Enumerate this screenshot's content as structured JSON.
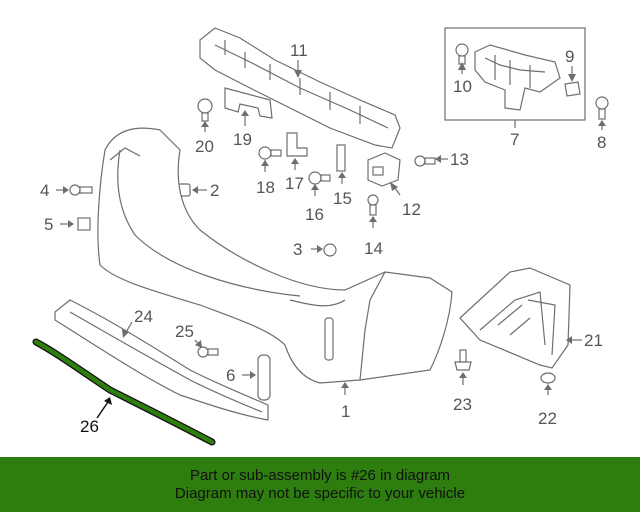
{
  "labels": {
    "p1": "1",
    "p2": "2",
    "p3": "3",
    "p4": "4",
    "p5": "5",
    "p6": "6",
    "p7": "7",
    "p8": "8",
    "p9": "9",
    "p10": "10",
    "p11": "11",
    "p12": "12",
    "p13": "13",
    "p14": "14",
    "p15": "15",
    "p16": "16",
    "p17": "17",
    "p18": "18",
    "p19": "19",
    "p20": "20",
    "p21": "21",
    "p22": "22",
    "p23": "23",
    "p24": "24",
    "p25": "25",
    "p26": "26"
  },
  "highlight": {
    "part": "26",
    "color": "#2e7d0f"
  },
  "footer": {
    "line1": "Part or sub-assembly is #26 in diagram",
    "line2": "Diagram may not be specific to your vehicle",
    "background": "#2e7d0f"
  }
}
